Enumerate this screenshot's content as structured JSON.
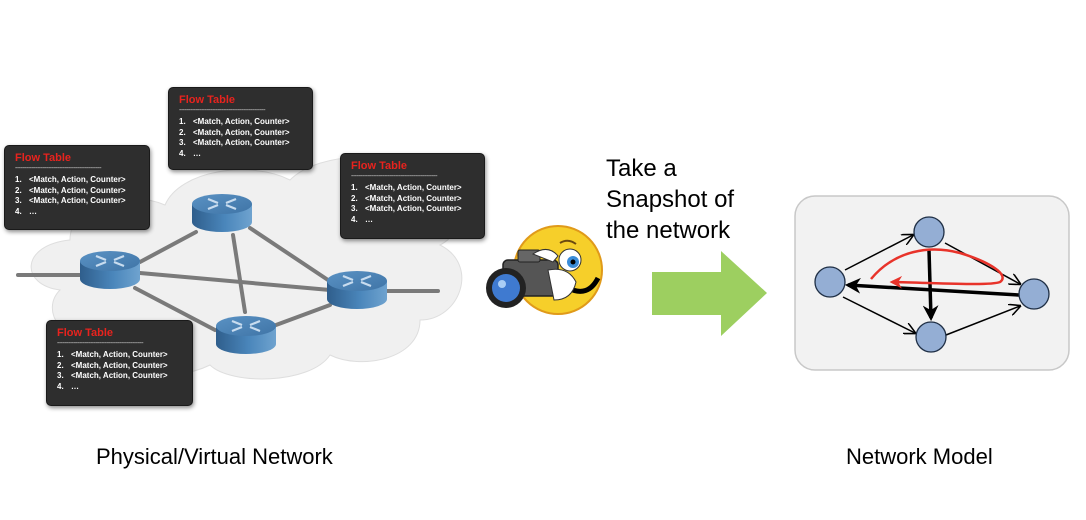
{
  "left_panel": {
    "label": "Physical/Virtual Network",
    "cloud_color": "#f0f0f0",
    "router_color": "#3f74a6",
    "link_color": "#7a7a7a",
    "routers": [
      {
        "id": "router-top"
      },
      {
        "id": "router-left"
      },
      {
        "id": "router-right"
      },
      {
        "id": "router-bottom"
      }
    ],
    "flow_tables": [
      {
        "id": "flow-table-top-left",
        "title": "Flow Table",
        "rule": "-----------------------------------------------",
        "rows": [
          {
            "num": "1.",
            "text": "<Match, Action, Counter>"
          },
          {
            "num": "2.",
            "text": "<Match, Action, Counter>"
          },
          {
            "num": "3.",
            "text": "<Match, Action, Counter>"
          },
          {
            "num": "4.",
            "text": "…"
          }
        ]
      },
      {
        "id": "flow-table-top-center",
        "title": "Flow Table",
        "rule": "-----------------------------------------------",
        "rows": [
          {
            "num": "1.",
            "text": "<Match, Action, Counter>"
          },
          {
            "num": "2.",
            "text": "<Match, Action, Counter>"
          },
          {
            "num": "3.",
            "text": "<Match, Action, Counter>"
          },
          {
            "num": "4.",
            "text": "…"
          }
        ]
      },
      {
        "id": "flow-table-right",
        "title": "Flow Table",
        "rule": "-----------------------------------------------",
        "rows": [
          {
            "num": "1.",
            "text": "<Match, Action, Counter>"
          },
          {
            "num": "2.",
            "text": "<Match, Action, Counter>"
          },
          {
            "num": "3.",
            "text": "<Match, Action, Counter>"
          },
          {
            "num": "4.",
            "text": "…"
          }
        ]
      },
      {
        "id": "flow-table-bottom",
        "title": "Flow Table",
        "rule": "-----------------------------------------------",
        "rows": [
          {
            "num": "1.",
            "text": "<Match, Action, Counter>"
          },
          {
            "num": "2.",
            "text": "<Match, Action, Counter>"
          },
          {
            "num": "3.",
            "text": "<Match, Action, Counter>"
          },
          {
            "num": "4.",
            "text": "…"
          }
        ]
      }
    ]
  },
  "middle": {
    "caption_lines": [
      "Take a",
      "Snapshot of",
      "the network"
    ],
    "camera_icon": "smiley-camera-icon",
    "arrow_color": "#9dcf60"
  },
  "right_panel": {
    "label": "Network Model",
    "box_color": "#f2f2f2",
    "node_color": "#94aed4",
    "path_color": "#e8332a",
    "nodes": [
      "node-left",
      "node-top",
      "node-right",
      "node-bottom"
    ],
    "edges": [
      {
        "from": "node-left",
        "to": "node-top",
        "style": "thin"
      },
      {
        "from": "node-left",
        "to": "node-bottom",
        "style": "thin"
      },
      {
        "from": "node-top",
        "to": "node-right",
        "style": "thin"
      },
      {
        "from": "node-bottom",
        "to": "node-right",
        "style": "thin"
      },
      {
        "from": "node-top",
        "to": "node-bottom",
        "style": "thick"
      },
      {
        "from": "node-right",
        "to": "node-left",
        "style": "thick"
      }
    ]
  }
}
